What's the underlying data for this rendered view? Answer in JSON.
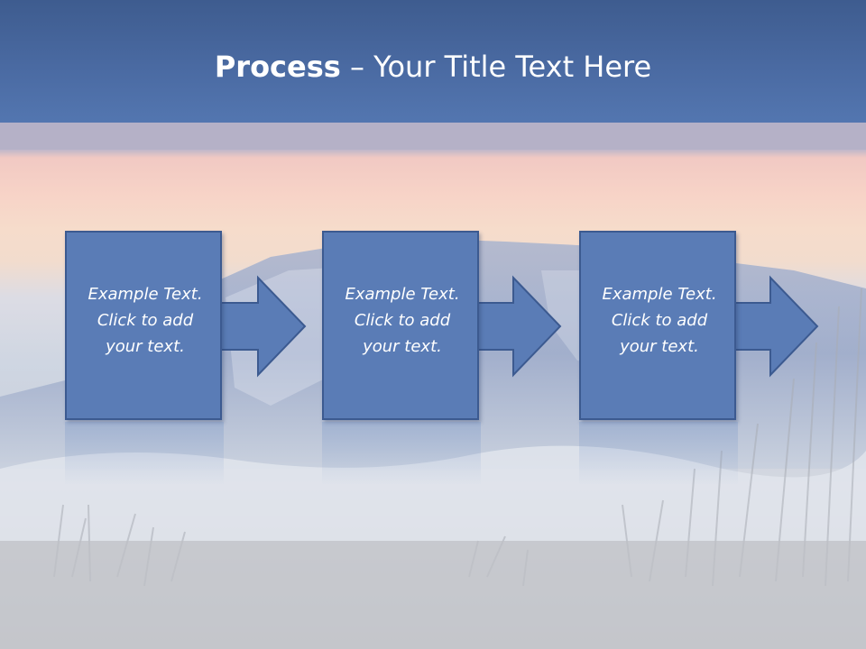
{
  "slide": {
    "title_bold": "Process",
    "title_rest": " – Your Title Text Here"
  },
  "steps": [
    {
      "text": "Example Text.\nClick  to add\nyour text."
    },
    {
      "text": "Example Text.\nClick  to add\nyour text."
    },
    {
      "text": "Example Text.\nClick  to add\nyour text."
    }
  ],
  "colors": {
    "header": "#4a6aa2",
    "box_fill": "#5a7cb6",
    "box_border": "#3c5a90",
    "text": "#ffffff"
  }
}
